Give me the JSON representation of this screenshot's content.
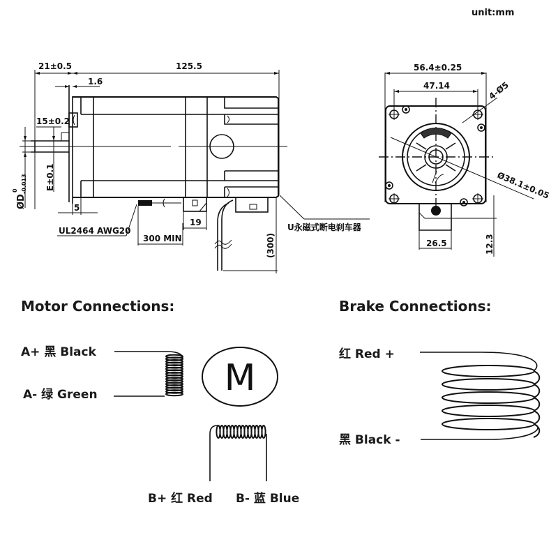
{
  "unit_label": "unit:mm",
  "side_view": {
    "dims": {
      "flange_to_shaft": "21±0.5",
      "body_length": "125.5",
      "flange_thickness": "1.6",
      "key_length": "15±0.2",
      "shaft_diameter_main": "ØD",
      "shaft_diameter_tol_upper": "0",
      "shaft_diameter_tol_lower": "-0.013",
      "flat_depth": "E±0.1",
      "boss_offset": "5",
      "cable_spec": "UL2464 AWG20",
      "cable_length": "300 MIN",
      "connector_width": "19",
      "brake_cable_length": "(300)"
    },
    "brake_callout": "U永磁式断电刹车器"
  },
  "front_view": {
    "dims": {
      "flange_width": "56.4±0.25",
      "hole_spacing": "47.14",
      "mount_holes": "4-Ø5",
      "pilot_diameter": "Ø38.1±0.05",
      "connector_width": "26.5",
      "connector_height": "12.3"
    }
  },
  "motor_connections": {
    "title": "Motor Connections:",
    "motor_symbol": "M",
    "wires": [
      {
        "label": "A+ 黑 Black"
      },
      {
        "label": "A- 绿 Green"
      },
      {
        "label": "B+ 红 Red"
      },
      {
        "label": "B- 蓝 Blue"
      }
    ]
  },
  "brake_connections": {
    "title": "Brake Connections:",
    "wires": [
      {
        "label": "红 Red +"
      },
      {
        "label": "黑 Black -"
      }
    ]
  }
}
